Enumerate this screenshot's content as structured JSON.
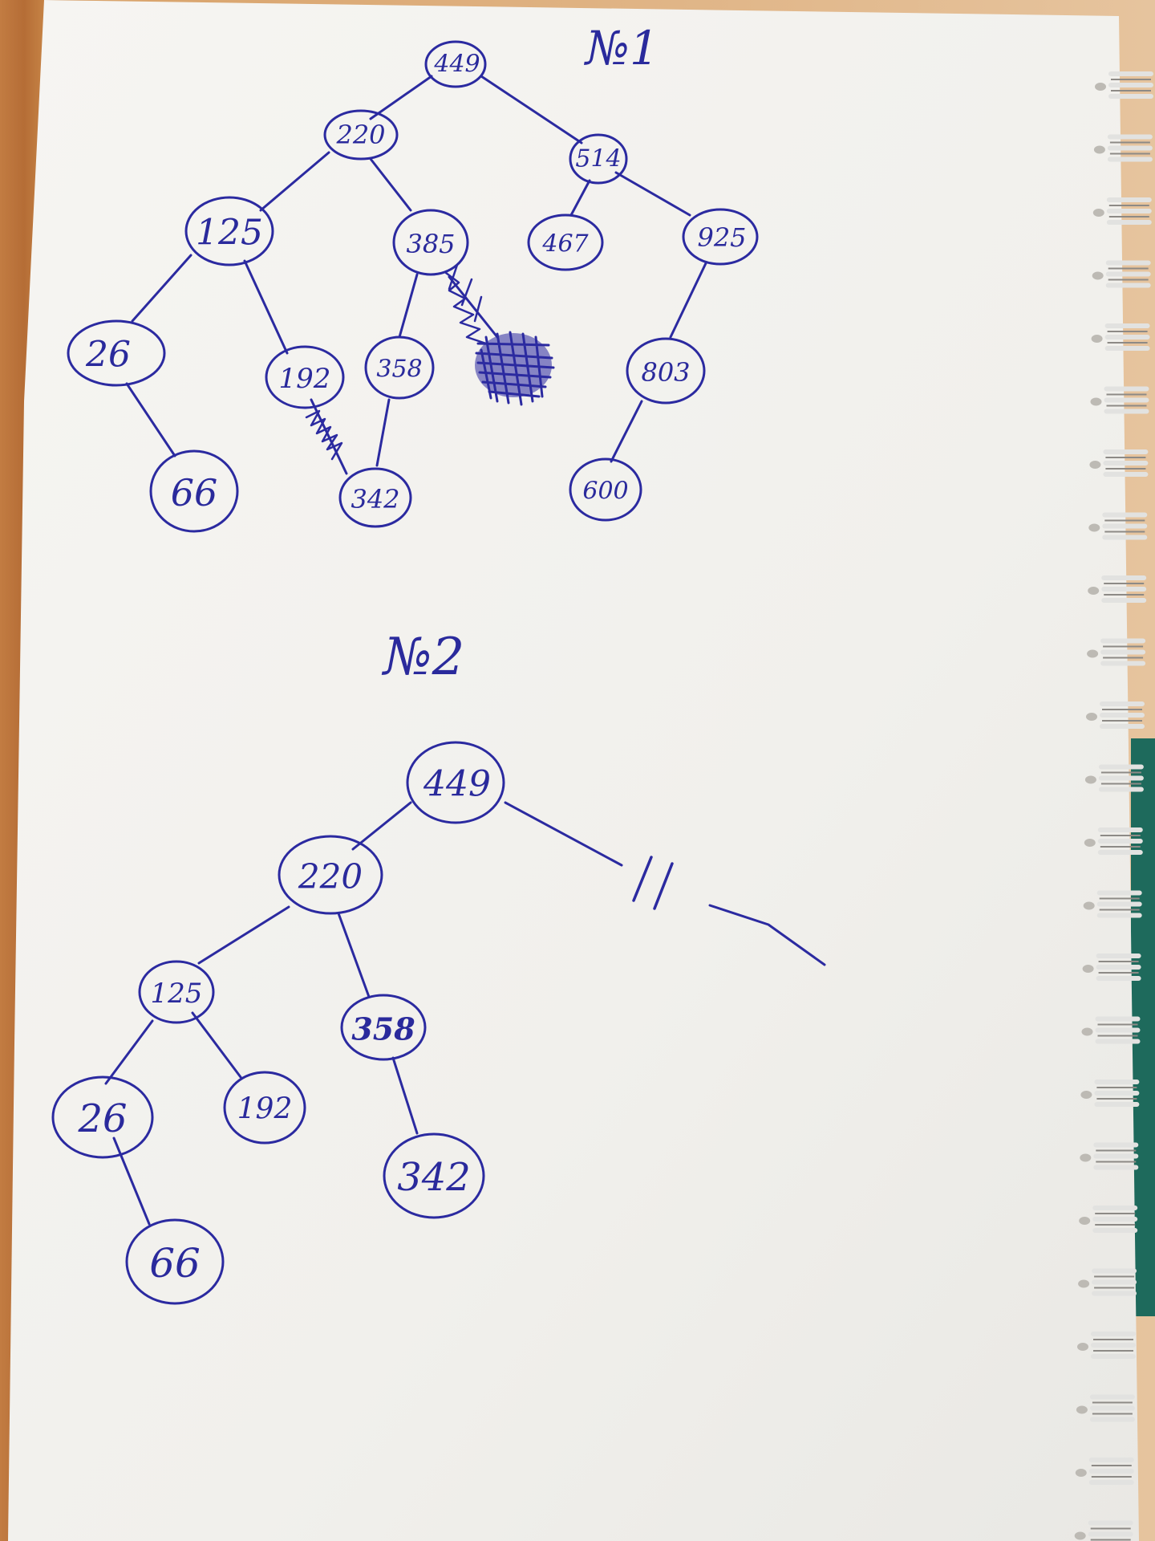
{
  "diagram1": {
    "heading": "№1",
    "nodes": {
      "n449": "449",
      "n220": "220",
      "n514": "514",
      "n125": "125",
      "n385": "385",
      "n467": "467",
      "n925": "925",
      "n26": "26",
      "n192": "192",
      "n358": "358",
      "n803": "803",
      "n66": "66",
      "n342": "342",
      "n600": "600"
    }
  },
  "diagram2": {
    "heading": "№2",
    "nodes": {
      "n449": "449",
      "n220": "220",
      "n125": "125",
      "n358": "358",
      "n26": "26",
      "n192": "192",
      "n342": "342",
      "n66": "66"
    },
    "cut_mark": "//"
  },
  "colors": {
    "ink": "#2b2aa0",
    "paper": "#f3f2ee",
    "desk": "#c27c42"
  }
}
